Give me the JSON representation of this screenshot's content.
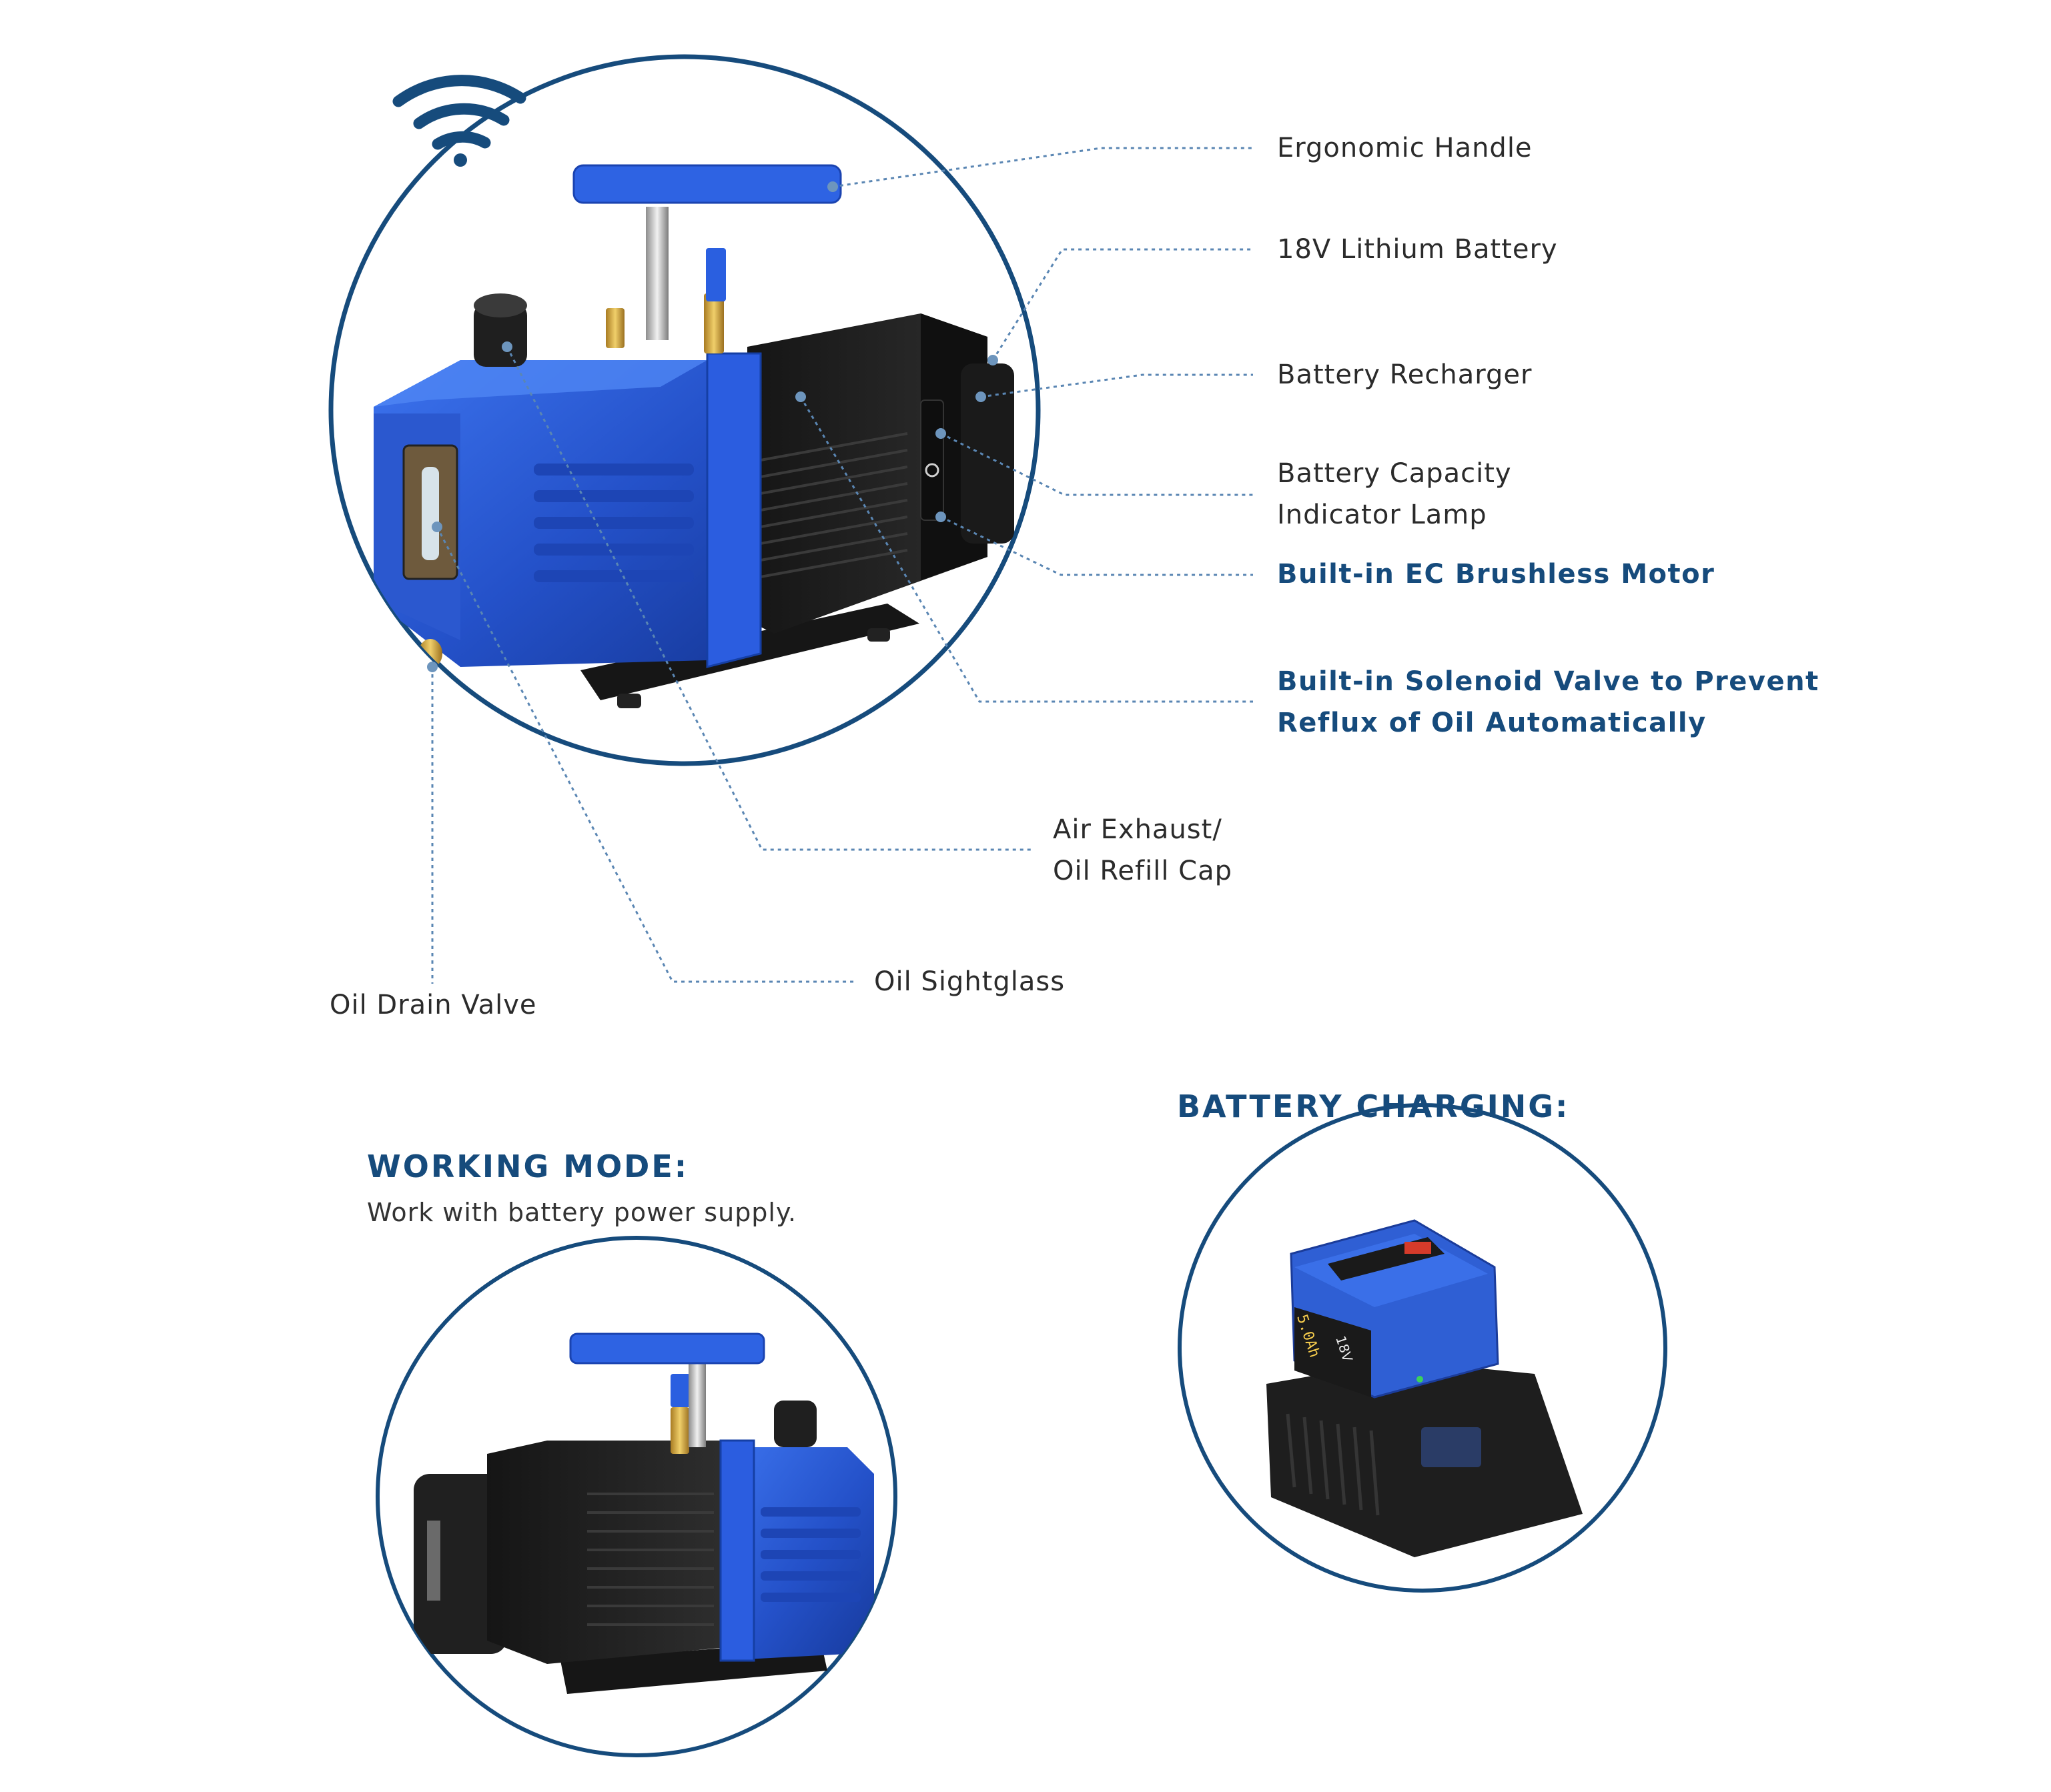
{
  "labels": {
    "ergonomic_handle": "Ergonomic Handle",
    "lithium_battery": "18V Lithium Battery",
    "battery_recharger": "Battery Recharger",
    "capacity_lamp_1": "Battery Capacity",
    "capacity_lamp_2": "Indicator Lamp",
    "brushless_motor": "Built-in EC Brushless Motor",
    "solenoid_1": "Built-in Solenoid Valve to Prevent",
    "solenoid_2": "Reflux of Oil Automatically",
    "air_exhaust_1": "Air Exhaust/",
    "air_exhaust_2": "Oil Refill Cap",
    "oil_sightglass": "Oil Sightglass",
    "oil_drain_valve": "Oil Drain Valve"
  },
  "sections": {
    "working_mode_title": "WORKING MODE:",
    "working_mode_text": "Work with battery power supply.",
    "battery_charging_title": "BATTERY CHARGING:"
  },
  "battery_markings": {
    "capacity": "5.0Ah",
    "voltage": "18V"
  },
  "colors": {
    "brand_blue": "#164b7c",
    "pump_blue": "#2a5fd6",
    "body_black": "#1c1c1c",
    "leader_line": "#5a86b3"
  },
  "icons": [
    "wifi-icon"
  ]
}
